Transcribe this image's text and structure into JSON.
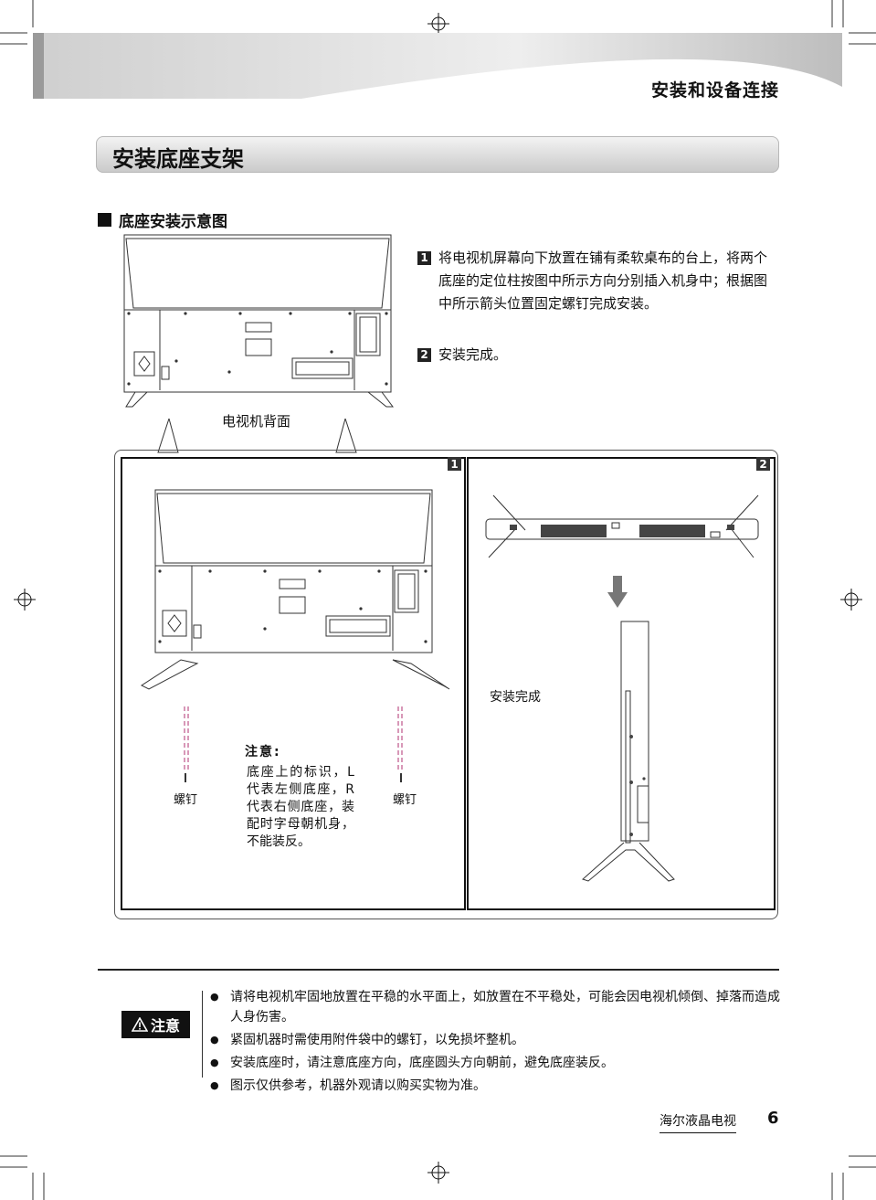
{
  "header": {
    "title": "安装和设备连接"
  },
  "section": {
    "title": "安装底座支架"
  },
  "subsection": {
    "title": "底座安装示意图"
  },
  "steps": [
    {
      "num": "1",
      "text": "将电视机屏幕向下放置在铺有柔软桌布的台上，将两个底座的定位柱按图中所示方向分别插入机身中；根据图中所示箭头位置固定螺钉完成安装。"
    },
    {
      "num": "2",
      "text": "安装完成。"
    }
  ],
  "diagram": {
    "tv_back_label": "电视机背面",
    "panel1_num": "1",
    "panel2_num": "2",
    "screw_left": "螺钉",
    "screw_right": "螺钉",
    "done_label": "安装完成",
    "note_title": "注意:",
    "note_body": "底座上的标识，L代表左侧底座，R代表右侧底座，装配时字母朝机身，不能装反。"
  },
  "caution": {
    "badge": "注意",
    "icon": "warning-triangle-icon",
    "items": [
      "请将电视机牢固地放置在平稳的水平面上，如放置在不平稳处，可能会因电视机倾倒、掉落而造成人身伤害。",
      "紧固机器时需使用附件袋中的螺钉，以免损坏整机。",
      "安装底座时，请注意底座方向，底座圆头方向朝前，避免底座装反。",
      "图示仅供参考，机器外观请以购买实物为准。"
    ]
  },
  "footer": {
    "brand": "海尔液晶电视",
    "page": "6"
  }
}
